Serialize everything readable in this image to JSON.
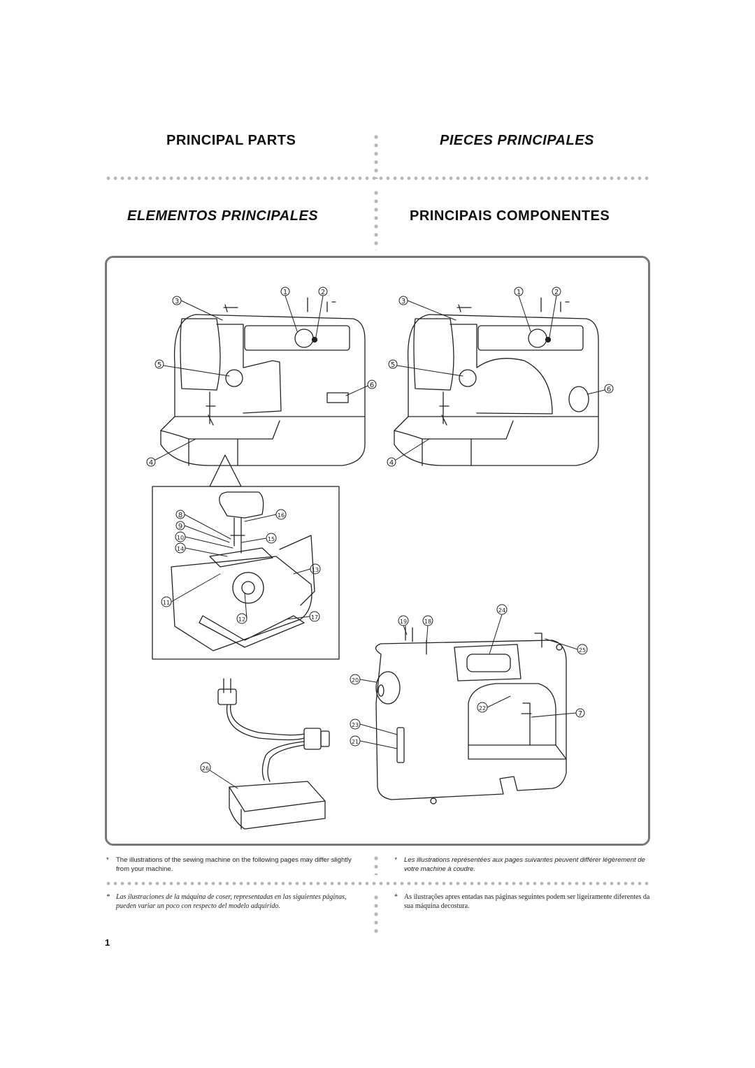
{
  "headings": {
    "en": "PRINCIPAL PARTS",
    "fr": "PIECES PRINCIPALES",
    "es": "ELEMENTOS PRINCIPALES",
    "pt": "PRINCIPAIS COMPONENTES"
  },
  "callouts": {
    "n1": "1",
    "n2": "2",
    "n3": "3",
    "n4": "4",
    "n5": "5",
    "n6": "6",
    "n7": "7",
    "n8": "8",
    "n9": "9",
    "n10": "10",
    "n11": "11",
    "n12": "12",
    "n13": "13",
    "n14": "14",
    "n15": "15",
    "n16": "16",
    "n17": "17",
    "n18": "18",
    "n19": "19",
    "n20": "20",
    "n21": "21",
    "n22": "22",
    "n23": "23",
    "n24": "24",
    "n25": "25",
    "n26": "26"
  },
  "notes": {
    "marker": "*",
    "en": "The illustrations of the sewing machine on the following pages may differ slightly from your machine.",
    "fr": "Les illustrations représentées aux pages suivantes peuvent différer légèrement de votre machine à coudre.",
    "es": "Las ilustraciones de la máquina de coser, representadas en las siguientes páginas, pueden variar un poco con respecto del modelo adquirido.",
    "pt": "As ilustrações apres entadas nas páginas seguintes podem ser ligeiramente diferentes da sua máquina decostura."
  },
  "page_number": "1"
}
